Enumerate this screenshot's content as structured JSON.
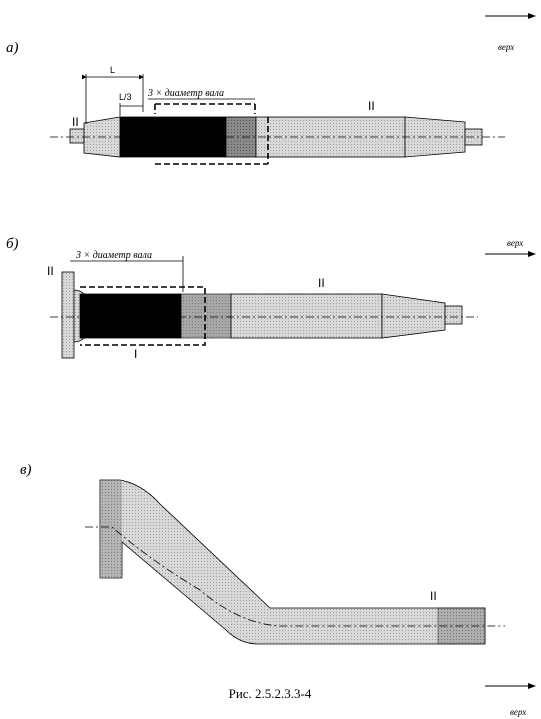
{
  "parts": {
    "a": {
      "letter": "а)",
      "direction": "верх",
      "zone_left": "II",
      "zone_right": "II",
      "dim_L": "L",
      "dim_L3": "L/3",
      "note": "3 × диаметр вала"
    },
    "b": {
      "letter": "б)",
      "direction": "верх",
      "zone_left": "II",
      "zone_right": "II",
      "zone_bottom": "I",
      "note": "3 × диаметр вала"
    },
    "c": {
      "letter": "в)",
      "direction": "верх",
      "zone_right": "II"
    }
  },
  "caption": "Рис. 2.5.2.3.3-4"
}
